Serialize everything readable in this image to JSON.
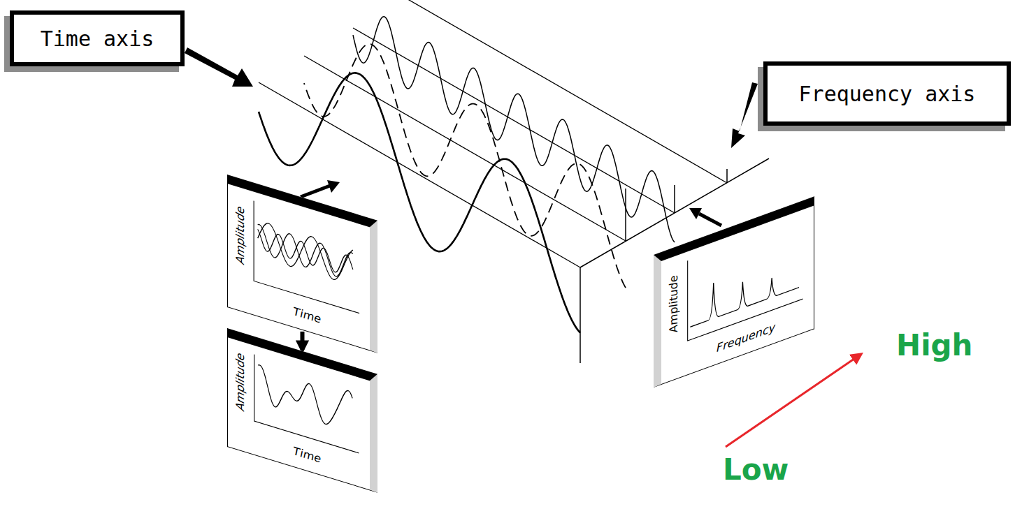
{
  "diagram": {
    "nodes": [
      {
        "text": [
          "Time axis"
        ]
      },
      {
        "text": [
          "Frequency axis"
        ]
      },
      {
        "text": [
          "Amplitude",
          "Time"
        ]
      },
      {
        "text": [
          "Amplitude",
          "Time"
        ]
      },
      {
        "text": [
          "Amplitude",
          "Frequency"
        ]
      }
    ],
    "edges": [
      {
        "from": 2,
        "to": 3,
        "arrow": "to"
      }
    ],
    "labels": [
      "High",
      "Low"
    ]
  }
}
